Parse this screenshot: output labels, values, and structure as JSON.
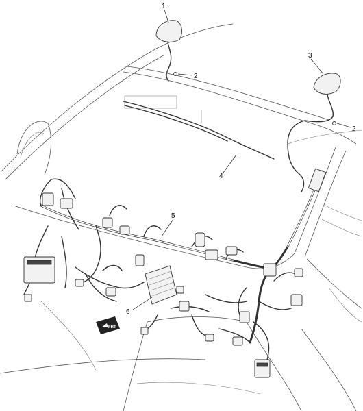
{
  "callouts": [
    {
      "id": "1",
      "label": "1"
    },
    {
      "id": "2a",
      "label": "2"
    },
    {
      "id": "2b",
      "label": "2"
    },
    {
      "id": "3",
      "label": "3"
    },
    {
      "id": "4",
      "label": "4"
    },
    {
      "id": "5",
      "label": "5"
    },
    {
      "id": "6",
      "label": "6"
    }
  ],
  "fwd_label": "FRT"
}
